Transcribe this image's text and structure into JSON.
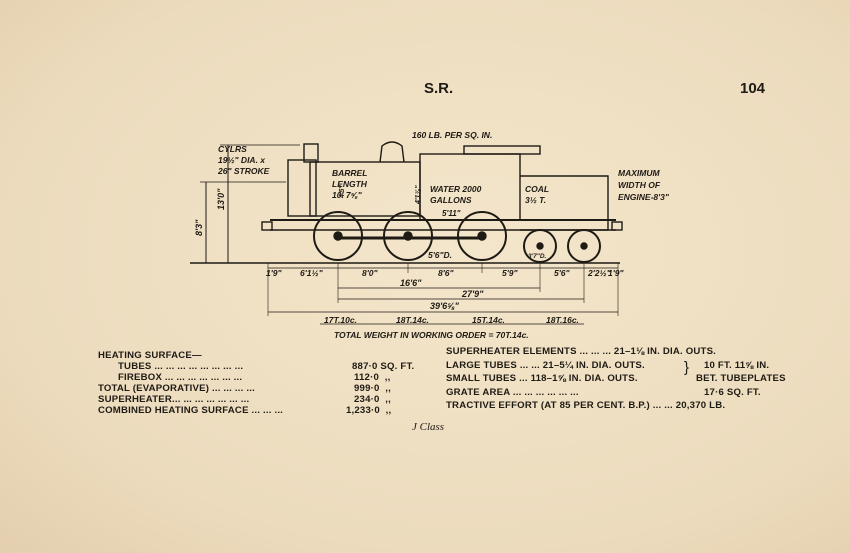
{
  "header": {
    "railway": "S.R.",
    "page_number": "104"
  },
  "drawing": {
    "pressure": "160 LB. PER SQ. IN.",
    "cylinders": [
      "CYLRS",
      "19½\" DIA. x",
      "26\" STROKE"
    ],
    "barrel": [
      "BARREL",
      "LENGTH",
      "10' 7⅝\""
    ],
    "water": [
      "WATER 2000",
      "GALLONS"
    ],
    "coal": [
      "COAL",
      "3½ T."
    ],
    "max_width": [
      "MAXIMUM",
      "WIDTH OF",
      "ENGINE-8'3\""
    ],
    "height_total": "13'0\"",
    "height_boiler": "8'3\"",
    "boiler_dim_1": "4'5\"",
    "boiler_dim_2": "4'1⅞\"",
    "firebox_dim": "5'11\"",
    "driving_wheel": "5'6\"D.",
    "trailing_wheel": "3'7\"D.",
    "wheelbase_dims": [
      "1'9\"",
      "6'1½\"",
      "8'0\"",
      "8'6\"",
      "5'9\"",
      "5'6\"",
      "2'2½\"",
      "1'9\""
    ],
    "dim_16_6": "16'6\"",
    "dim_27_9": "27'9\"",
    "dim_39_6": "39'6⅝\"",
    "axle_weights": [
      "17T.10c.",
      "18T.14c.",
      "15T.14c.",
      "18T.16c."
    ],
    "total_weight": "TOTAL WEIGHT IN WORKING ORDER = 70T.14c."
  },
  "specs_left": {
    "heading": "HEATING SURFACE—",
    "rows": [
      {
        "label": "TUBES ... ... ... ... ... ... ... ...",
        "value": "887·0 SQ. FT."
      },
      {
        "label": "FIREBOX ... ... ... ... ... ... ...",
        "value": "112·0  ,,"
      },
      {
        "label": "TOTAL (EVAPORATIVE) ... ... ... ...",
        "value": "999·0  ,,"
      },
      {
        "label": "SUPERHEATER... ... ... ... ... ... ...",
        "value": "234·0  ,,"
      },
      {
        "label": "COMBINED HEATING SURFACE ... ... ...",
        "value": "1,233·0  ,,"
      }
    ]
  },
  "specs_right": {
    "rows": [
      "SUPERHEATER ELEMENTS ... ... ... 21–1⅛ IN. DIA. OUTS.",
      "LARGE TUBES ... ... 21–5¼ IN. DIA. OUTS.",
      "SMALL TUBES ... 118–1⅝ IN. DIA. OUTS.",
      "GRATE AREA ... ... ... ... ... ...",
      "TRACTIVE EFFORT (AT 85 PER CENT. B.P.) ... ... 20,370 LB."
    ],
    "tube_length": "10 FT. 11⅝ IN.",
    "tube_bet": "BET. TUBEPLATES",
    "grate_value": "17·6 SQ. FT."
  },
  "caption": "J Class"
}
